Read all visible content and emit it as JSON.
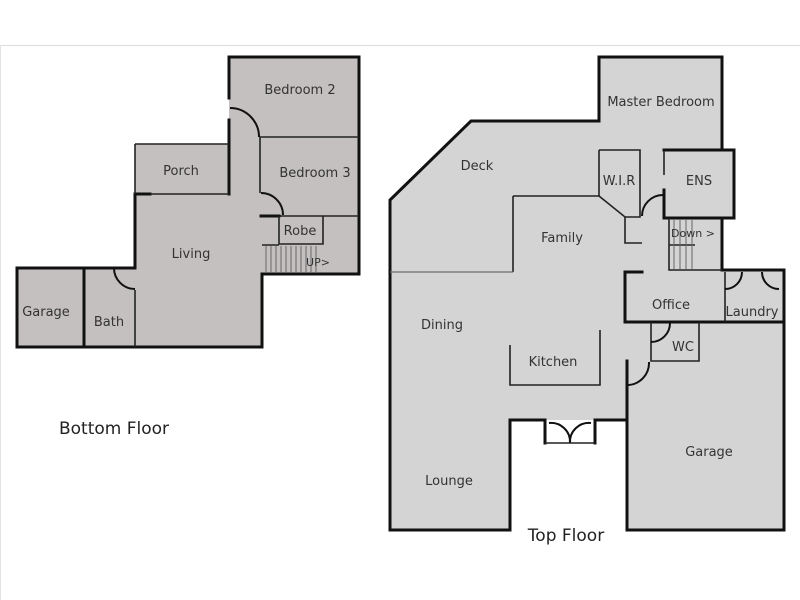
{
  "colors": {
    "bottom_floor_fill": "#c4c0c0",
    "top_floor_fill": "#d4d4d4",
    "wall": "#111111",
    "background": "#ffffff"
  },
  "bottom_floor": {
    "label": "Bottom Floor",
    "rooms": [
      {
        "id": "bedroom2",
        "label": "Bedroom 2"
      },
      {
        "id": "porch",
        "label": "Porch"
      },
      {
        "id": "bedroom3",
        "label": "Bedroom 3"
      },
      {
        "id": "robe",
        "label": "Robe"
      },
      {
        "id": "living",
        "label": "Living"
      },
      {
        "id": "stairs-up",
        "label": "UP>"
      },
      {
        "id": "garage",
        "label": "Garage"
      },
      {
        "id": "bath",
        "label": "Bath"
      }
    ]
  },
  "top_floor": {
    "label": "Top Floor",
    "rooms": [
      {
        "id": "master-bedroom",
        "label": "Master Bedroom"
      },
      {
        "id": "deck",
        "label": "Deck"
      },
      {
        "id": "wir",
        "label": "W.I.R"
      },
      {
        "id": "ens",
        "label": "ENS"
      },
      {
        "id": "family",
        "label": "Family"
      },
      {
        "id": "stairs-down",
        "label": "Down >"
      },
      {
        "id": "office",
        "label": "Office"
      },
      {
        "id": "laundry",
        "label": "Laundry"
      },
      {
        "id": "dining",
        "label": "Dining"
      },
      {
        "id": "wc",
        "label": "WC"
      },
      {
        "id": "kitchen",
        "label": "Kitchen"
      },
      {
        "id": "garage",
        "label": "Garage"
      },
      {
        "id": "lounge",
        "label": "Lounge"
      }
    ]
  }
}
